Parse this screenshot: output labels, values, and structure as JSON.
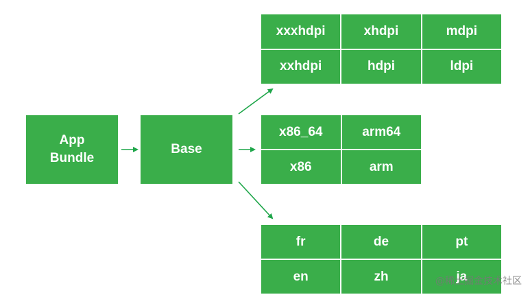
{
  "colors": {
    "box_green": "#3aae4a",
    "arrow_green": "#1fa64a",
    "text": "#ffffff"
  },
  "app_bundle": {
    "line1": "App",
    "line2": "Bundle"
  },
  "base": {
    "label": "Base"
  },
  "density": {
    "cells": [
      "xxxhdpi",
      "xhdpi",
      "mdpi",
      "xxhdpi",
      "hdpi",
      "ldpi"
    ]
  },
  "abi": {
    "cells": [
      "x86_64",
      "arm64",
      "x86",
      "arm"
    ]
  },
  "language": {
    "cells": [
      "fr",
      "de",
      "pt",
      "en",
      "zh",
      "ja"
    ]
  },
  "watermark": {
    "text": "@稀土掘金技术社区"
  }
}
